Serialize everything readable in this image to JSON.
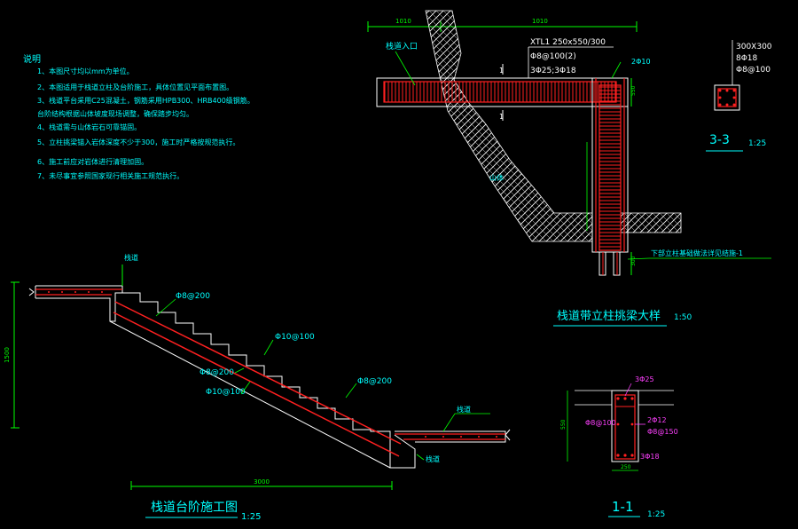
{
  "notes": {
    "title": "说明",
    "items": [
      "1、本图尺寸均以mm为单位。",
      "2、本图适用于栈道立柱及台阶施工，具体位置见平面布置图。",
      "3、栈道平台采用C25混凝土，钢筋采用HPB300、HRB400级钢筋。",
      "   台阶结构根据山体坡度现场调整，确保踏步均匀。",
      "4、栈道需与山体岩石可靠锚固。",
      "5、立柱挑梁锚入岩体深度不少于300，施工时严格按规范执行。",
      "6、施工前应对岩体进行清理加固。",
      "7、未尽事宜参照国家现行相关施工规范执行。"
    ]
  },
  "stair": {
    "label_top_left": "栈道",
    "label_bottom_right_1": "栈道",
    "label_bottom_right_2": "栈道",
    "rebar_1": "Φ8@200",
    "rebar_2": "Φ10@100",
    "rebar_3": "Φ8@200",
    "rebar_4": "Φ10@100",
    "rebar_5": "Φ8@200",
    "dim_horizontal": "3000",
    "dim_vertical": "1500",
    "title": "栈道台阶施工图",
    "scale": "1:25"
  },
  "beam": {
    "dim_left": "1010",
    "dim_right": "1010",
    "label_entrance": "栈道入口",
    "spec_1": "XTL1  250x550/300",
    "spec_2": "Φ8@100(2)",
    "spec_3": "3Φ25;3Φ18",
    "spec_4": "2Φ10",
    "marker_1": "1",
    "marker_2": "1",
    "label_mountain": "山体",
    "dim_side_1": "550",
    "dim_side_2": "300",
    "note_bottom": "下部立柱基础做法详见结施-1",
    "title": "栈道带立柱挑梁大样",
    "scale": "1:50"
  },
  "section33": {
    "spec_1": "300X300",
    "spec_2": "8Φ18",
    "spec_3": "Φ8@100",
    "title": "3-3",
    "scale": "1:25"
  },
  "section11": {
    "top": "3Φ25",
    "left": "Φ8@100",
    "right_1": "2Φ12",
    "right_2": "Φ8@150",
    "bottom": "3Φ18",
    "dim_height": "550",
    "dim_width": "250",
    "title": "1-1",
    "scale": "1:25"
  },
  "colors": {
    "background": "#000000",
    "text": "#00ffff",
    "dims": "#00ff00",
    "outline": "#ffffff",
    "rebar": "#ff2020",
    "hatch": "#ffffff",
    "yellow": "#ffff00",
    "magenta": "#ff40ff"
  }
}
